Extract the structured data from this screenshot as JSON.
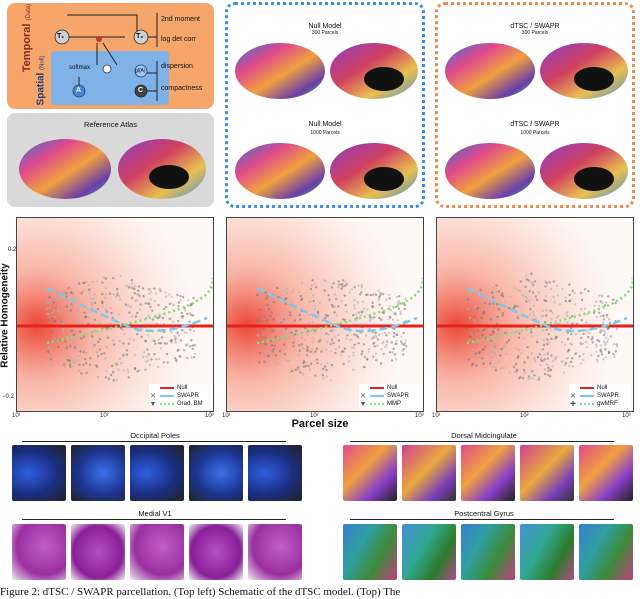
{
  "schematic": {
    "temporal_label": "Temporal",
    "temporal_sub": "(Data)",
    "spatial_label": "Spatial",
    "spatial_sub": "(Null)",
    "node_t1": "T₁",
    "node_t2": "T₂",
    "node_a": "A",
    "node_c": "C",
    "node_gla": "gl(A)",
    "op_softmax": "softmax",
    "out_2nd_moment": "2nd moment",
    "out_log_det": "log det corr",
    "out_dispersion": "dispersion",
    "out_compactness": "compactness"
  },
  "atlas": {
    "title": "Reference Atlas"
  },
  "null_box": {
    "title_1": "Null Model",
    "sub_1": "300 Parcels",
    "title_2": "Null Model",
    "sub_2": "1000 Parcels"
  },
  "dtsc_box": {
    "title_1": "dTSC / SWAPR",
    "sub_1": "300 Parcels",
    "title_2": "dTSC / SWAPR",
    "sub_2": "1000 Parcels"
  },
  "plots": {
    "ylabel": "Relative Homogeneity",
    "xlabel": "Parcel size",
    "ytick_top": "0.2",
    "ytick_bottom": "−0.2",
    "xtick_1": "10¹",
    "xtick_2": "10²",
    "xtick_3": "10³",
    "legend_1": {
      "null": "Null",
      "swapr": "SWAPR",
      "ref": "Grad. BM"
    },
    "legend_2": {
      "null": "Null",
      "swapr": "SWAPR",
      "ref": "MMP"
    },
    "legend_3": {
      "null": "Null",
      "swapr": "SWAPR",
      "ref": "gwMRF"
    }
  },
  "colors": {
    "null_line": "#e8201c",
    "swapr_line": "#7ec8ea",
    "ref_line": "#7fe07a",
    "null_box_border": "#3a8ee6",
    "dtsc_box_border": "#f08a4b"
  },
  "regions": {
    "occipital": "Occipital Poles",
    "dorsal": "Dorsal Midcingulate",
    "medial": "Medial V1",
    "postcentral": "Postcentral Gyrus"
  },
  "caption": "Figure 2: dTSC / SWAPR parcellation. (Top left) Schematic of the dTSC model. (Top) The"
}
